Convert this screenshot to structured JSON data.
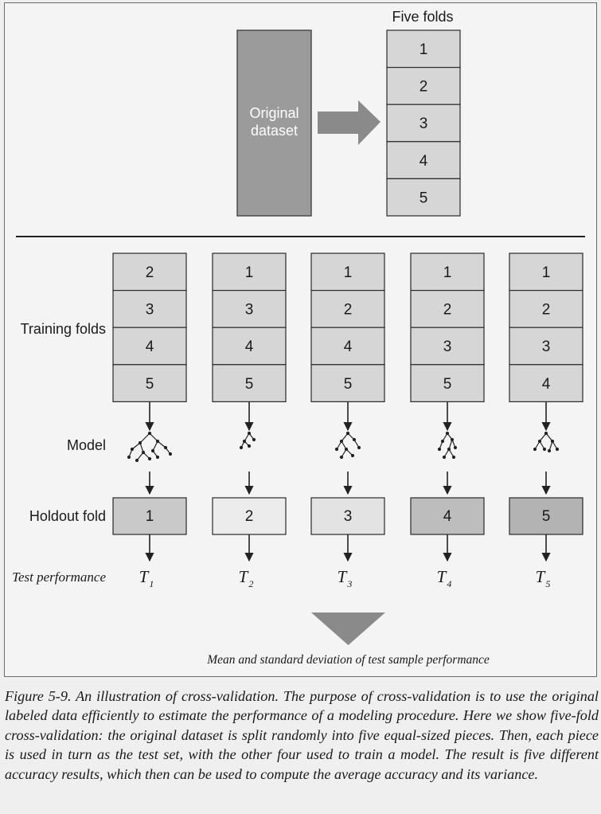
{
  "top": {
    "five_folds_title": "Five folds",
    "original_label_line1": "Original",
    "original_label_line2": "dataset",
    "folds": [
      "1",
      "2",
      "3",
      "4",
      "5"
    ]
  },
  "row_labels": {
    "training": "Training folds",
    "model": "Model",
    "holdout": "Holdout fold",
    "test": "Test performance"
  },
  "iterations": [
    {
      "training": [
        "2",
        "3",
        "4",
        "5"
      ],
      "holdout": "1",
      "test_symbol": "T",
      "test_index": "1"
    },
    {
      "training": [
        "1",
        "3",
        "4",
        "5"
      ],
      "holdout": "2",
      "test_symbol": "T",
      "test_index": "2"
    },
    {
      "training": [
        "1",
        "2",
        "4",
        "5"
      ],
      "holdout": "3",
      "test_symbol": "T",
      "test_index": "3"
    },
    {
      "training": [
        "1",
        "2",
        "3",
        "5"
      ],
      "holdout": "4",
      "test_symbol": "T",
      "test_index": "4"
    },
    {
      "training": [
        "1",
        "2",
        "3",
        "4"
      ],
      "holdout": "5",
      "test_symbol": "T",
      "test_index": "5"
    }
  ],
  "result_label": "Mean and standard deviation of test sample performance",
  "caption": "Figure 5-9. An illustration of cross-validation. The purpose of cross-validation is to use the original labeled data efficiently to estimate the performance of a modeling procedure. Here we show five-fold cross-validation: the original dataset is split randomly into five equal-sized pieces. Then, each piece is used in turn as the test set, with the other four used to train a model. The result is five different accuracy results, which then can be used to compute the average accuracy and its variance.",
  "colors": {
    "original_fill": "#9b9b9b",
    "fold_fill": "#d6d6d6",
    "holdout_fills": [
      "#c9c9c9",
      "#ececec",
      "#e3e3e3",
      "#bdbdbd",
      "#b3b3b3"
    ],
    "arrow_fill": "#8a8a8a",
    "stroke": "#2a2a2a"
  }
}
